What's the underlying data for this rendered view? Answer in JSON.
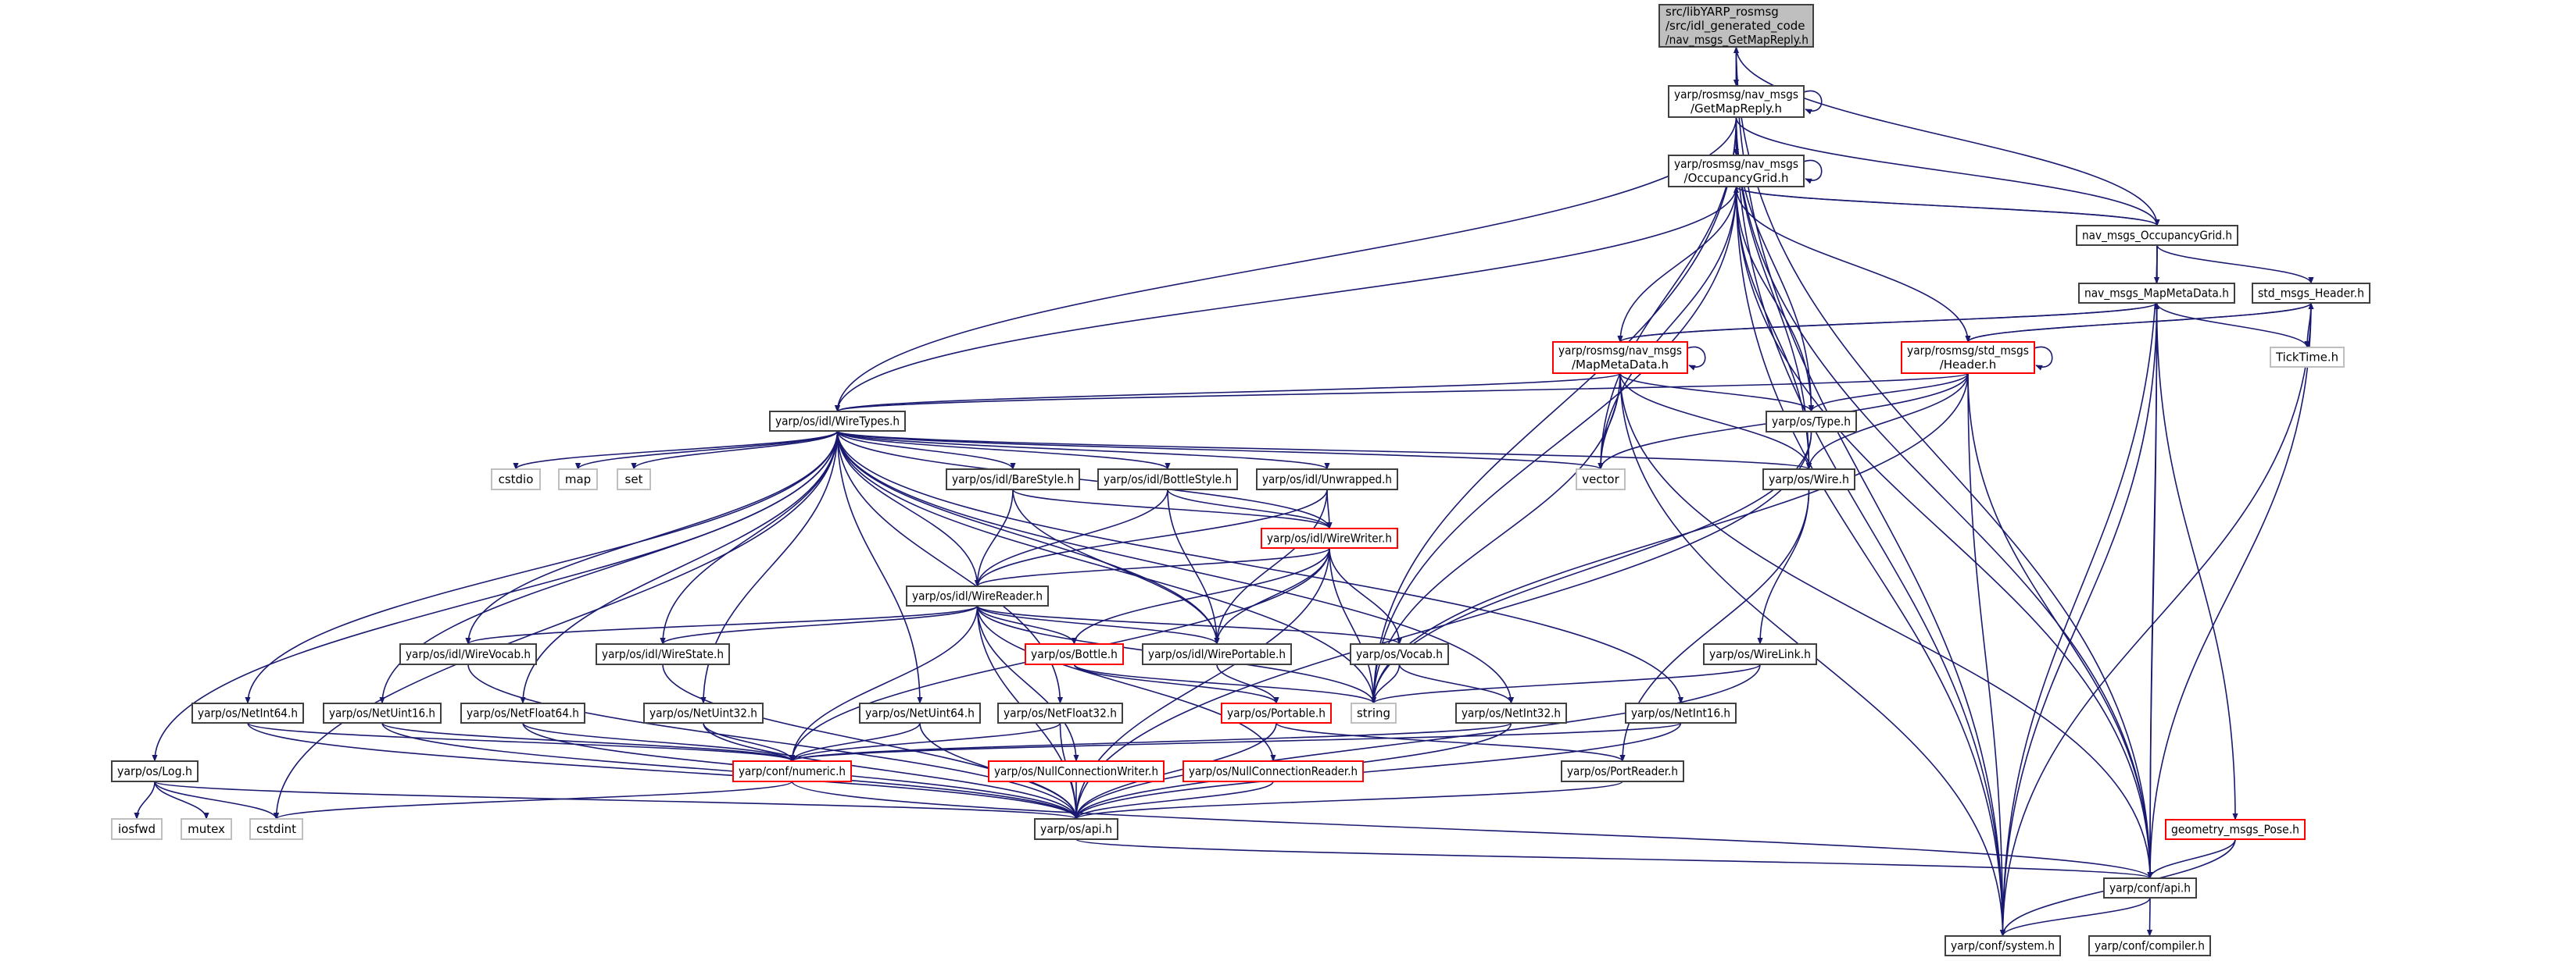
{
  "colors": {
    "edge": "#191970",
    "node_border": "#404040",
    "red_border": "#ff0000",
    "external_border": "#bfbfbf",
    "root_fill": "#bfbfbf"
  },
  "nodes": [
    {
      "id": "root",
      "style": "root",
      "lines": [
        "src/libYARP_rosmsg",
        "/src/idl_generated_code",
        "/nav_msgs_GetMapReply.h"
      ]
    },
    {
      "id": "gmr",
      "style": "normal",
      "lines": [
        "yarp/rosmsg/nav_msgs",
        "/GetMapReply.h"
      ]
    },
    {
      "id": "og",
      "style": "normal",
      "lines": [
        "yarp/rosmsg/nav_msgs",
        "/OccupancyGrid.h"
      ]
    },
    {
      "id": "nog",
      "style": "normal",
      "lines": [
        "nav_msgs_OccupancyGrid.h"
      ]
    },
    {
      "id": "nmm",
      "style": "normal",
      "lines": [
        "nav_msgs_MapMetaData.h"
      ]
    },
    {
      "id": "smh",
      "style": "normal",
      "lines": [
        "std_msgs_Header.h"
      ]
    },
    {
      "id": "ticktime",
      "style": "external",
      "lines": [
        "TickTime.h"
      ]
    },
    {
      "id": "rmmd",
      "style": "red",
      "lines": [
        "yarp/rosmsg/nav_msgs",
        "/MapMetaData.h"
      ]
    },
    {
      "id": "rsh",
      "style": "red",
      "lines": [
        "yarp/rosmsg/std_msgs",
        "/Header.h"
      ]
    },
    {
      "id": "type",
      "style": "normal",
      "lines": [
        "yarp/os/Type.h"
      ]
    },
    {
      "id": "wire",
      "style": "normal",
      "lines": [
        "yarp/os/Wire.h"
      ]
    },
    {
      "id": "vector",
      "style": "external",
      "lines": [
        "vector"
      ]
    },
    {
      "id": "wiretypes",
      "style": "normal",
      "lines": [
        "yarp/os/idl/WireTypes.h"
      ]
    },
    {
      "id": "cstdio",
      "style": "external",
      "lines": [
        "cstdio"
      ]
    },
    {
      "id": "map",
      "style": "external",
      "lines": [
        "map"
      ]
    },
    {
      "id": "set",
      "style": "external",
      "lines": [
        "set"
      ]
    },
    {
      "id": "barestyle",
      "style": "normal",
      "lines": [
        "yarp/os/idl/BareStyle.h"
      ]
    },
    {
      "id": "bottlestyle",
      "style": "normal",
      "lines": [
        "yarp/os/idl/BottleStyle.h"
      ]
    },
    {
      "id": "unwrapped",
      "style": "normal",
      "lines": [
        "yarp/os/idl/Unwrapped.h"
      ]
    },
    {
      "id": "wirewriter",
      "style": "red",
      "lines": [
        "yarp/os/idl/WireWriter.h"
      ]
    },
    {
      "id": "wirereader",
      "style": "normal",
      "lines": [
        "yarp/os/idl/WireReader.h"
      ]
    },
    {
      "id": "bottle",
      "style": "red",
      "lines": [
        "yarp/os/Bottle.h"
      ]
    },
    {
      "id": "wireportable",
      "style": "normal",
      "lines": [
        "yarp/os/idl/WirePortable.h"
      ]
    },
    {
      "id": "vocab",
      "style": "normal",
      "lines": [
        "yarp/os/Vocab.h"
      ]
    },
    {
      "id": "wirevocab",
      "style": "normal",
      "lines": [
        "yarp/os/idl/WireVocab.h"
      ]
    },
    {
      "id": "wirestate",
      "style": "normal",
      "lines": [
        "yarp/os/idl/WireState.h"
      ]
    },
    {
      "id": "wirelink",
      "style": "normal",
      "lines": [
        "yarp/os/WireLink.h"
      ]
    },
    {
      "id": "string",
      "style": "external",
      "lines": [
        "string"
      ]
    },
    {
      "id": "portable",
      "style": "red",
      "lines": [
        "yarp/os/Portable.h"
      ]
    },
    {
      "id": "netint32",
      "style": "normal",
      "lines": [
        "yarp/os/NetInt32.h"
      ]
    },
    {
      "id": "netint16",
      "style": "normal",
      "lines": [
        "yarp/os/NetInt16.h"
      ]
    },
    {
      "id": "netint64",
      "style": "normal",
      "lines": [
        "yarp/os/NetInt64.h"
      ]
    },
    {
      "id": "netuint16",
      "style": "normal",
      "lines": [
        "yarp/os/NetUint16.h"
      ]
    },
    {
      "id": "netfloat64",
      "style": "normal",
      "lines": [
        "yarp/os/NetFloat64.h"
      ]
    },
    {
      "id": "netuint32",
      "style": "normal",
      "lines": [
        "yarp/os/NetUint32.h"
      ]
    },
    {
      "id": "netuint64",
      "style": "normal",
      "lines": [
        "yarp/os/NetUint64.h"
      ]
    },
    {
      "id": "netfloat32",
      "style": "normal",
      "lines": [
        "yarp/os/NetFloat32.h"
      ]
    },
    {
      "id": "log",
      "style": "normal",
      "lines": [
        "yarp/os/Log.h"
      ]
    },
    {
      "id": "numeric",
      "style": "red",
      "lines": [
        "yarp/conf/numeric.h"
      ]
    },
    {
      "id": "ncw",
      "style": "red",
      "lines": [
        "yarp/os/NullConnectionWriter.h"
      ]
    },
    {
      "id": "ncr",
      "style": "red",
      "lines": [
        "yarp/os/NullConnectionReader.h"
      ]
    },
    {
      "id": "portreader",
      "style": "normal",
      "lines": [
        "yarp/os/PortReader.h"
      ]
    },
    {
      "id": "iosfwd",
      "style": "external",
      "lines": [
        "iosfwd"
      ]
    },
    {
      "id": "mutex",
      "style": "external",
      "lines": [
        "mutex"
      ]
    },
    {
      "id": "cstdint",
      "style": "external",
      "lines": [
        "cstdint"
      ]
    },
    {
      "id": "osapi",
      "style": "normal",
      "lines": [
        "yarp/os/api.h"
      ]
    },
    {
      "id": "pose",
      "style": "red",
      "lines": [
        "geometry_msgs_Pose.h"
      ]
    },
    {
      "id": "confapi",
      "style": "normal",
      "lines": [
        "yarp/conf/api.h"
      ]
    },
    {
      "id": "system",
      "style": "normal",
      "lines": [
        "yarp/conf/system.h"
      ]
    },
    {
      "id": "compiler",
      "style": "normal",
      "lines": [
        "yarp/conf/compiler.h"
      ]
    }
  ],
  "edges": [
    [
      "root",
      "gmr"
    ],
    [
      "gmr",
      "root"
    ],
    [
      "root",
      "nog"
    ],
    [
      "root",
      "confapi"
    ],
    [
      "root",
      "system"
    ],
    [
      "gmr",
      "gmr"
    ],
    [
      "gmr",
      "og"
    ],
    [
      "gmr",
      "wiretypes"
    ],
    [
      "gmr",
      "string"
    ],
    [
      "gmr",
      "vector"
    ],
    [
      "gmr",
      "type"
    ],
    [
      "gmr",
      "nog"
    ],
    [
      "gmr",
      "wire"
    ],
    [
      "gmr",
      "confapi"
    ],
    [
      "gmr",
      "system"
    ],
    [
      "og",
      "og"
    ],
    [
      "og",
      "nog"
    ],
    [
      "nog",
      "og"
    ],
    [
      "og",
      "rmmd"
    ],
    [
      "og",
      "rsh"
    ],
    [
      "og",
      "type"
    ],
    [
      "og",
      "wire"
    ],
    [
      "og",
      "vector"
    ],
    [
      "og",
      "wiretypes"
    ],
    [
      "og",
      "string"
    ],
    [
      "og",
      "system"
    ],
    [
      "og",
      "confapi"
    ],
    [
      "nog",
      "nmm"
    ],
    [
      "nog",
      "smh"
    ],
    [
      "nog",
      "system"
    ],
    [
      "nog",
      "confapi"
    ],
    [
      "nmm",
      "rmmd"
    ],
    [
      "rmmd",
      "nmm"
    ],
    [
      "nmm",
      "ticktime"
    ],
    [
      "nmm",
      "pose"
    ],
    [
      "nmm",
      "confapi"
    ],
    [
      "nmm",
      "system"
    ],
    [
      "smh",
      "rsh"
    ],
    [
      "rsh",
      "smh"
    ],
    [
      "smh",
      "ticktime"
    ],
    [
      "smh",
      "confapi"
    ],
    [
      "smh",
      "system"
    ],
    [
      "rmmd",
      "rmmd"
    ],
    [
      "rmmd",
      "wiretypes"
    ],
    [
      "rmmd",
      "type"
    ],
    [
      "rmmd",
      "wire"
    ],
    [
      "rmmd",
      "vector"
    ],
    [
      "rmmd",
      "string"
    ],
    [
      "rmmd",
      "system"
    ],
    [
      "rmmd",
      "confapi"
    ],
    [
      "rsh",
      "rsh"
    ],
    [
      "rsh",
      "wiretypes"
    ],
    [
      "rsh",
      "type"
    ],
    [
      "rsh",
      "wire"
    ],
    [
      "rsh",
      "vector"
    ],
    [
      "rsh",
      "string"
    ],
    [
      "rsh",
      "system"
    ],
    [
      "rsh",
      "confapi"
    ],
    [
      "type",
      "string"
    ],
    [
      "type",
      "osapi"
    ],
    [
      "wire",
      "wirelink"
    ],
    [
      "wire",
      "portreader"
    ],
    [
      "wirelink",
      "string"
    ],
    [
      "wirelink",
      "osapi"
    ],
    [
      "wiretypes",
      "cstdio"
    ],
    [
      "wiretypes",
      "map"
    ],
    [
      "wiretypes",
      "set"
    ],
    [
      "wiretypes",
      "vector"
    ],
    [
      "wiretypes",
      "string"
    ],
    [
      "wiretypes",
      "barestyle"
    ],
    [
      "wiretypes",
      "bottlestyle"
    ],
    [
      "wiretypes",
      "unwrapped"
    ],
    [
      "wiretypes",
      "wirewriter"
    ],
    [
      "wiretypes",
      "wirereader"
    ],
    [
      "wiretypes",
      "wireportable"
    ],
    [
      "wiretypes",
      "wirevocab"
    ],
    [
      "wiretypes",
      "wirestate"
    ],
    [
      "wiretypes",
      "netint64"
    ],
    [
      "wiretypes",
      "netuint16"
    ],
    [
      "wiretypes",
      "netfloat64"
    ],
    [
      "wiretypes",
      "netuint32"
    ],
    [
      "wiretypes",
      "netuint64"
    ],
    [
      "wiretypes",
      "netfloat32"
    ],
    [
      "wiretypes",
      "netint32"
    ],
    [
      "wiretypes",
      "netint16"
    ],
    [
      "wiretypes",
      "log"
    ],
    [
      "wiretypes",
      "cstdint"
    ],
    [
      "wiretypes",
      "wire"
    ],
    [
      "barestyle",
      "wirereader"
    ],
    [
      "barestyle",
      "wirewriter"
    ],
    [
      "barestyle",
      "wireportable"
    ],
    [
      "bottlestyle",
      "wirereader"
    ],
    [
      "bottlestyle",
      "wirewriter"
    ],
    [
      "bottlestyle",
      "wireportable"
    ],
    [
      "unwrapped",
      "wirereader"
    ],
    [
      "unwrapped",
      "wirewriter"
    ],
    [
      "unwrapped",
      "wireportable"
    ],
    [
      "wirewriter",
      "wirereader"
    ],
    [
      "wirewriter",
      "bottle"
    ],
    [
      "wirewriter",
      "wireportable"
    ],
    [
      "wirewriter",
      "vocab"
    ],
    [
      "wirewriter",
      "string"
    ],
    [
      "wirewriter",
      "numeric"
    ],
    [
      "wirewriter",
      "osapi"
    ],
    [
      "wirereader",
      "wirevocab"
    ],
    [
      "wirereader",
      "wirestate"
    ],
    [
      "wirereader",
      "bottle"
    ],
    [
      "wirereader",
      "wireportable"
    ],
    [
      "wirereader",
      "vocab"
    ],
    [
      "wirereader",
      "string"
    ],
    [
      "wirereader",
      "numeric"
    ],
    [
      "wirereader",
      "ncw"
    ],
    [
      "wirereader",
      "ncr"
    ],
    [
      "wirereader",
      "osapi"
    ],
    [
      "bottle",
      "string"
    ],
    [
      "bottle",
      "portable"
    ],
    [
      "wireportable",
      "portable"
    ],
    [
      "vocab",
      "string"
    ],
    [
      "vocab",
      "netint32"
    ],
    [
      "portable",
      "portreader"
    ],
    [
      "portable",
      "osapi"
    ],
    [
      "netint32",
      "numeric"
    ],
    [
      "netint32",
      "osapi"
    ],
    [
      "netint16",
      "numeric"
    ],
    [
      "netint16",
      "osapi"
    ],
    [
      "netint64",
      "numeric"
    ],
    [
      "netint64",
      "osapi"
    ],
    [
      "netuint16",
      "numeric"
    ],
    [
      "netuint16",
      "osapi"
    ],
    [
      "netfloat64",
      "numeric"
    ],
    [
      "netfloat64",
      "osapi"
    ],
    [
      "netuint32",
      "numeric"
    ],
    [
      "netuint32",
      "osapi"
    ],
    [
      "netuint64",
      "numeric"
    ],
    [
      "netuint64",
      "osapi"
    ],
    [
      "netfloat32",
      "numeric"
    ],
    [
      "netfloat32",
      "osapi"
    ],
    [
      "wirevocab",
      "osapi"
    ],
    [
      "wirestate",
      "osapi"
    ],
    [
      "log",
      "iosfwd"
    ],
    [
      "log",
      "mutex"
    ],
    [
      "log",
      "cstdint"
    ],
    [
      "log",
      "osapi"
    ],
    [
      "numeric",
      "cstdint"
    ],
    [
      "numeric",
      "confapi"
    ],
    [
      "ncw",
      "osapi"
    ],
    [
      "ncr",
      "osapi"
    ],
    [
      "portreader",
      "osapi"
    ],
    [
      "osapi",
      "confapi"
    ],
    [
      "pose",
      "confapi"
    ],
    [
      "pose",
      "system"
    ],
    [
      "confapi",
      "system"
    ],
    [
      "confapi",
      "compiler"
    ]
  ]
}
